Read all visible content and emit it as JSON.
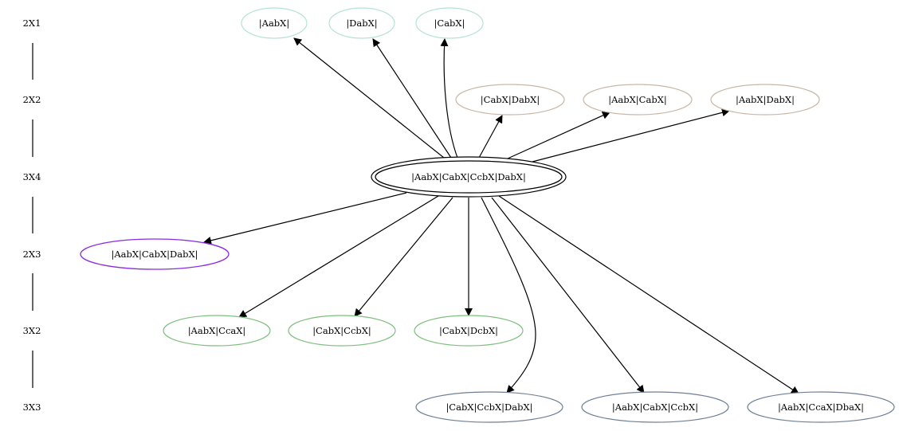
{
  "ranks": [
    {
      "id": "r1",
      "label": "2X1"
    },
    {
      "id": "r2",
      "label": "2X2"
    },
    {
      "id": "r3",
      "label": "3X4"
    },
    {
      "id": "r4",
      "label": "2X3"
    },
    {
      "id": "r5",
      "label": "3X2"
    },
    {
      "id": "r6",
      "label": "3X3"
    }
  ],
  "colors": {
    "rank_2x1": "#b5e2d7",
    "rank_2x2": "#c9b8a6",
    "rank_3x4": "#000000",
    "rank_2x3": "#8a2be2",
    "rank_3x2": "#7fbf7f",
    "rank_3x3": "#6e7f98"
  },
  "nodes": [
    {
      "id": "n1",
      "label": "|AabX|",
      "rank": "2X1"
    },
    {
      "id": "n2",
      "label": "|DabX|",
      "rank": "2X1"
    },
    {
      "id": "n3",
      "label": "|CabX|",
      "rank": "2X1"
    },
    {
      "id": "n4",
      "label": "|CabX|DabX|",
      "rank": "2X2"
    },
    {
      "id": "n5",
      "label": "|AabX|CabX|",
      "rank": "2X2"
    },
    {
      "id": "n6",
      "label": "|AabX|DabX|",
      "rank": "2X2"
    },
    {
      "id": "n7",
      "label": "|AabX|CabX|CcbX|DabX|",
      "rank": "3X4"
    },
    {
      "id": "n8",
      "label": "|AabX|CabX|DabX|",
      "rank": "2X3"
    },
    {
      "id": "n9",
      "label": "|AabX|CcaX|",
      "rank": "3X2"
    },
    {
      "id": "n10",
      "label": "|CabX|CcbX|",
      "rank": "3X2"
    },
    {
      "id": "n11",
      "label": "|CabX|DcbX|",
      "rank": "3X2"
    },
    {
      "id": "n12",
      "label": "|CabX|CcbX|DabX|",
      "rank": "3X3"
    },
    {
      "id": "n13",
      "label": "|AabX|CabX|CcbX|",
      "rank": "3X3"
    },
    {
      "id": "n14",
      "label": "|AabX|CcaX|DbaX|",
      "rank": "3X3"
    }
  ],
  "edges": [
    {
      "from": "n7",
      "to": "n1"
    },
    {
      "from": "n7",
      "to": "n2"
    },
    {
      "from": "n7",
      "to": "n3"
    },
    {
      "from": "n7",
      "to": "n4"
    },
    {
      "from": "n7",
      "to": "n5"
    },
    {
      "from": "n7",
      "to": "n6"
    },
    {
      "from": "n7",
      "to": "n8"
    },
    {
      "from": "n7",
      "to": "n9"
    },
    {
      "from": "n7",
      "to": "n10"
    },
    {
      "from": "n7",
      "to": "n11"
    },
    {
      "from": "n7",
      "to": "n12"
    },
    {
      "from": "n7",
      "to": "n13"
    },
    {
      "from": "n7",
      "to": "n14"
    }
  ]
}
